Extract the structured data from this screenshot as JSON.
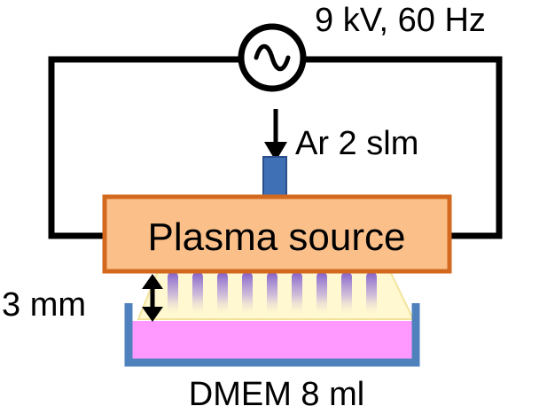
{
  "labels": {
    "voltage": "9 kV, 60 Hz",
    "gas_flow": "Ar 2 slm",
    "source": "Plasma source",
    "gap": "3 mm",
    "medium": "DMEM 8 ml"
  },
  "colors": {
    "wire": "#000000",
    "source_fill": "#fbc08a",
    "source_border": "#d2691e",
    "nozzle": "#3f6fb5",
    "medium_fill": "#ff99ff",
    "dish": "#4f81bd",
    "plasma_glow": "#fff8d0",
    "plasma_stripe": "#7b55c8"
  },
  "icons": {
    "power_supply": "ac-source-icon"
  }
}
